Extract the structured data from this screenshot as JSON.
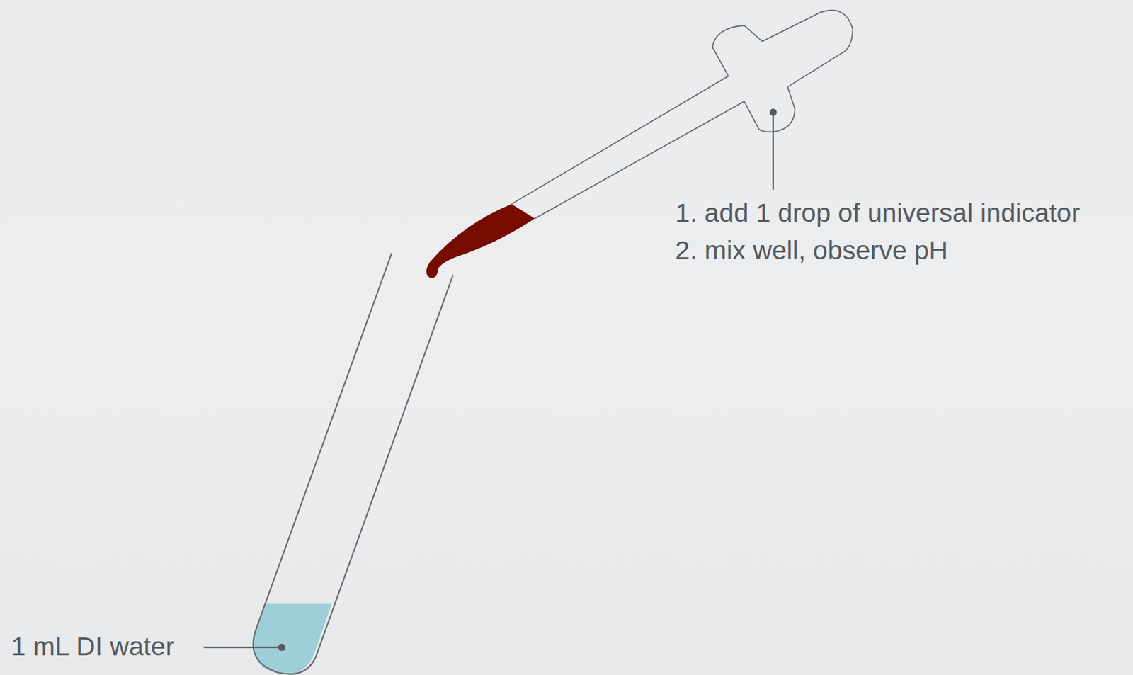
{
  "diagram": {
    "labels": [
      "1 mL DI water",
      "1. add 1 drop of universal indicator",
      "2. mix well, observe pH"
    ]
  }
}
